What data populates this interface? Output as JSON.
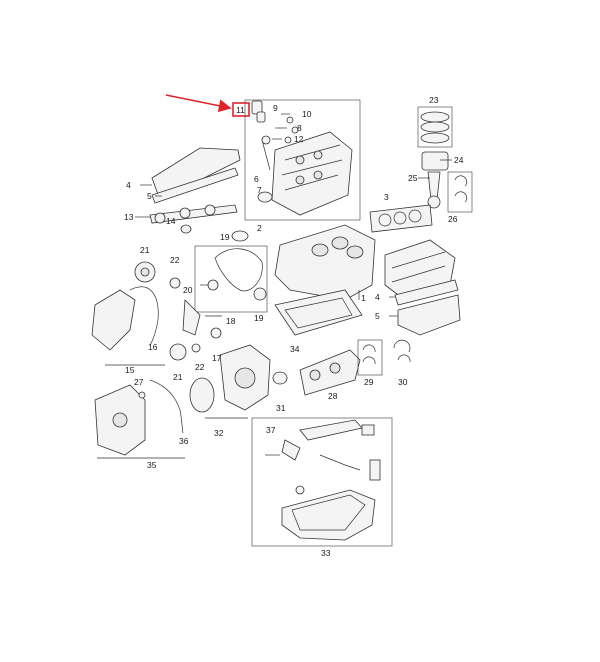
{
  "labels": {
    "p1": "1",
    "p2": "2",
    "p3": "3",
    "p4a": "4",
    "p4b": "4",
    "p5a": "5",
    "p5b": "5",
    "p6": "6",
    "p7": "7",
    "p8": "8",
    "p9": "9",
    "p10": "10",
    "p11": "11",
    "p12": "12",
    "p13": "13",
    "p14": "14",
    "p15": "15",
    "p16": "16",
    "p17": "17",
    "p18": "18",
    "p19a": "19",
    "p19b": "19",
    "p20": "20",
    "p21a": "21",
    "p21b": "21",
    "p22a": "22",
    "p22b": "22",
    "p23": "23",
    "p24": "24",
    "p25": "25",
    "p26": "26",
    "p27": "27",
    "p28": "28",
    "p29": "29",
    "p30": "30",
    "p31": "31",
    "p32": "32",
    "p33": "33",
    "p34": "34",
    "p35": "35",
    "p36": "36",
    "p37": "37"
  },
  "highlight_color": "#e0242a"
}
